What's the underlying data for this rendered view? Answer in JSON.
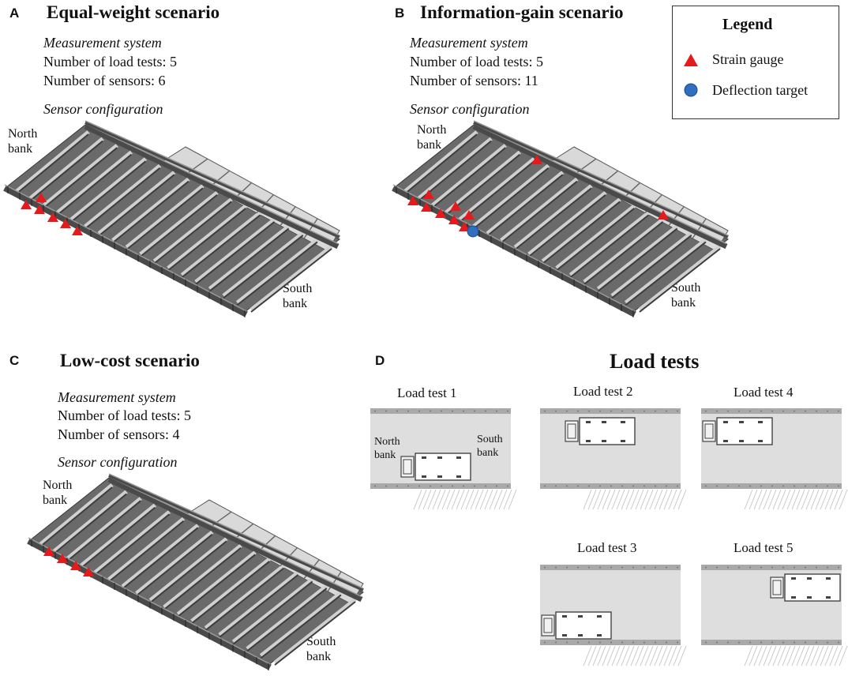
{
  "panels": {
    "A": {
      "letter": "A",
      "title": "Equal-weight scenario",
      "measurement_heading": "Measurement system",
      "load_tests_line": "Number of load tests: 5",
      "sensors_line": "Number of sensors: 6",
      "config_heading": "Sensor configuration",
      "north_bank": [
        "North",
        "bank"
      ],
      "south_bank": [
        "South",
        "bank"
      ]
    },
    "B": {
      "letter": "B",
      "title": "Information-gain scenario",
      "measurement_heading": "Measurement system",
      "load_tests_line": "Number of load tests: 5",
      "sensors_line": "Number of sensors: 11",
      "config_heading": "Sensor configuration",
      "north_bank": [
        "North",
        "bank"
      ],
      "south_bank": [
        "South",
        "bank"
      ]
    },
    "C": {
      "letter": "C",
      "title": "Low-cost scenario",
      "measurement_heading": "Measurement system",
      "load_tests_line": "Number of load tests: 5",
      "sensors_line": "Number of sensors: 4",
      "config_heading": "Sensor configuration",
      "north_bank": [
        "North",
        "bank"
      ],
      "south_bank": [
        "South",
        "bank"
      ]
    },
    "D": {
      "letter": "D",
      "title": "Load tests",
      "tests": [
        {
          "label": "Load test 1",
          "north": [
            "North",
            "bank"
          ],
          "south": [
            "South",
            "bank"
          ]
        },
        {
          "label": "Load test 2"
        },
        {
          "label": "Load test 4"
        },
        {
          "label": "Load test 3"
        },
        {
          "label": "Load test 5"
        }
      ]
    }
  },
  "legend": {
    "title": "Legend",
    "items": [
      {
        "label": "Strain gauge",
        "symbol": "red-triangle",
        "color": "#e41a1c"
      },
      {
        "label": "Deflection target",
        "symbol": "blue-circle",
        "color": "#2f6fbd"
      }
    ]
  },
  "colors": {
    "strain_gauge": "#e41a1c",
    "deflection_target": "#2f6fbd",
    "girder": "#555555",
    "deck": "#dcdcdc"
  }
}
